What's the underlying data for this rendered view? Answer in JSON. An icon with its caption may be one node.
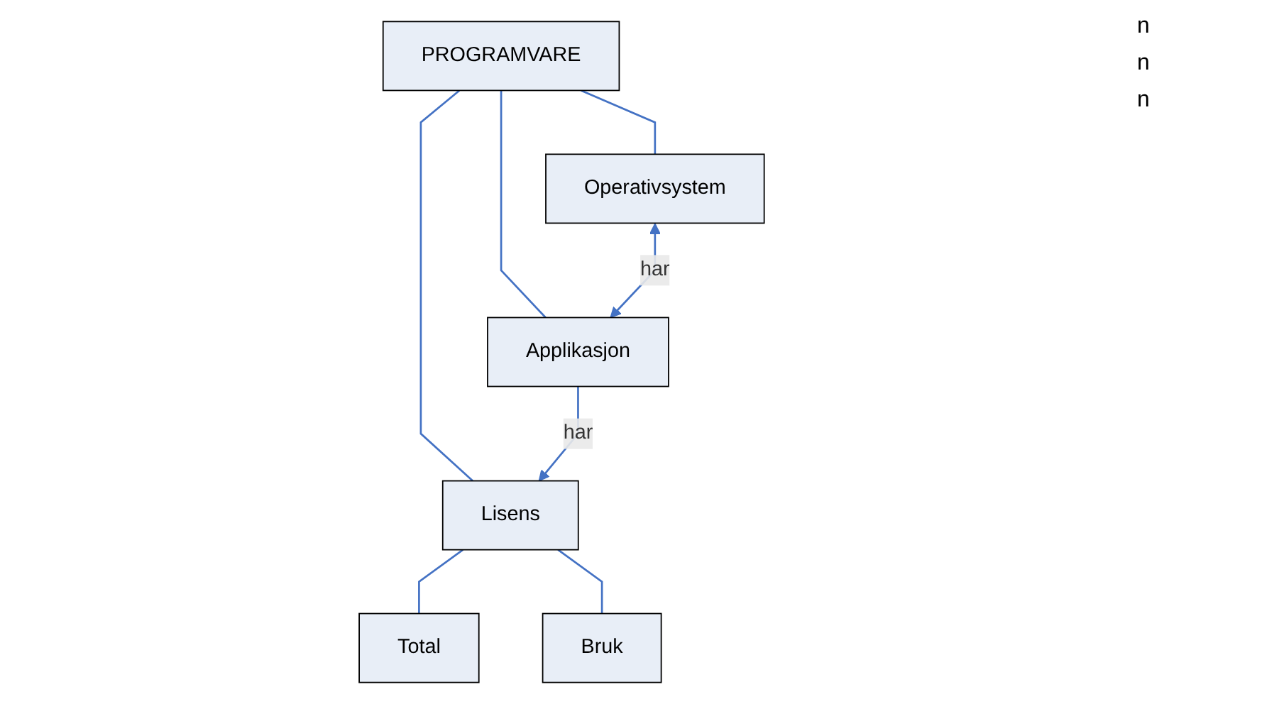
{
  "diagram": {
    "nodes": [
      {
        "text": [
          "PROGRAMVARE"
        ]
      },
      {
        "text": [
          "Operativsystem"
        ]
      },
      {
        "text": [
          "Lisens"
        ]
      },
      {
        "text": [
          "Applikasjon"
        ]
      },
      {
        "text": [
          "Total"
        ]
      },
      {
        "text": [
          "Bruk"
        ]
      }
    ],
    "edges": [
      {
        "from": 0,
        "to": 1,
        "arrow": "none"
      },
      {
        "from": 0,
        "to": 2,
        "arrow": "none"
      },
      {
        "from": 0,
        "to": 3,
        "arrow": "none"
      },
      {
        "from": 1,
        "to": 3,
        "label": "har",
        "arrow": "both"
      },
      {
        "from": 3,
        "to": 2,
        "label": "har",
        "arrow": "to"
      },
      {
        "from": 2,
        "to": 4,
        "arrow": "none"
      },
      {
        "from": 2,
        "to": 5,
        "arrow": "none"
      }
    ],
    "labels": [
      "n",
      "n",
      "n"
    ]
  }
}
